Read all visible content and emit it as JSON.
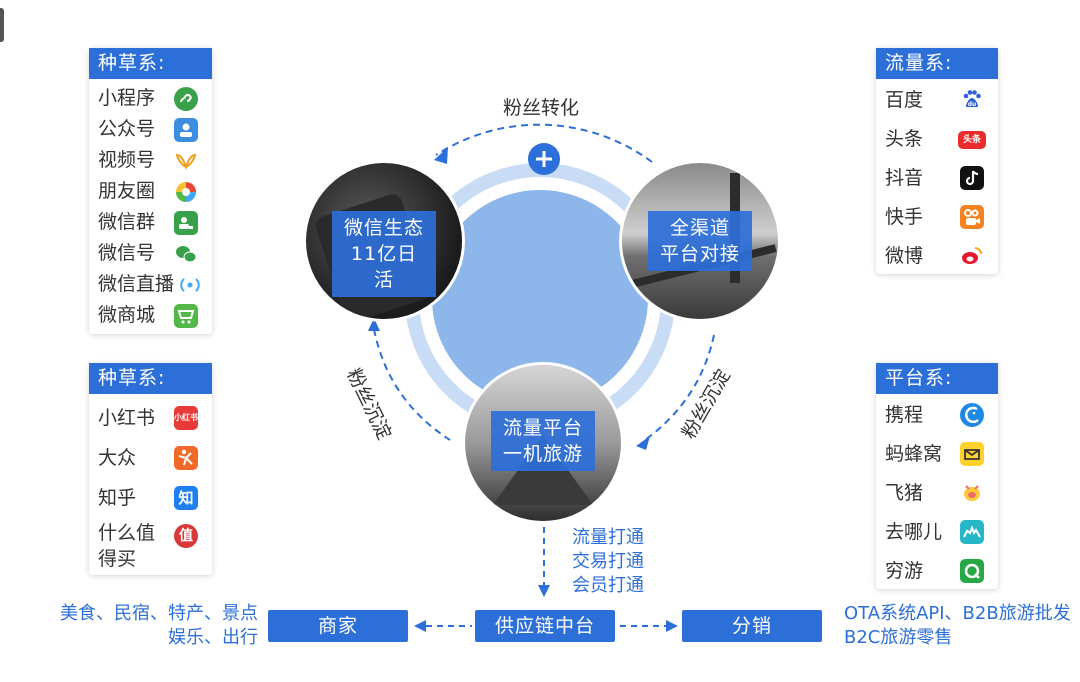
{
  "panels": {
    "zhongcao1": {
      "title": "种草系:",
      "items": [
        "小程序",
        "公众号",
        "视频号",
        "朋友圈",
        "微信群",
        "微信号",
        "微信直播",
        "微商城"
      ]
    },
    "liuliang": {
      "title": "流量系:",
      "items": [
        "百度",
        "头条",
        "抖音",
        "快手",
        "微博"
      ]
    },
    "zhongcao2": {
      "title": "种草系:",
      "items": [
        "小红书",
        "大众",
        "知乎",
        "什么值得买"
      ]
    },
    "pingtai": {
      "title": "平台系:",
      "items": [
        "携程",
        "蚂蜂窝",
        "飞猪",
        "去哪儿",
        "穷游"
      ]
    }
  },
  "icons": {
    "xiaohongshu_text": "小红书",
    "toutiao_text": "头条",
    "zhihu_text": "知",
    "zhide_text": "值",
    "baidu_text": "du"
  },
  "circle": {
    "top_label": "粉丝转化",
    "left_label": "粉丝沉淀",
    "right_label": "粉丝沉淀",
    "wechat": {
      "line1": "微信生态",
      "line2": "11亿日活"
    },
    "channels": {
      "line1": "全渠道",
      "line2": "平台对接"
    },
    "platform": {
      "line1": "流量平台",
      "line2": "一机旅游"
    }
  },
  "flow": {
    "lines": [
      "流量打通",
      "交易打通",
      "会员打通"
    ]
  },
  "bottom": {
    "merchant": "商家",
    "supply": "供应链中台",
    "distribution": "分销",
    "left_text_1": "美食、民宿、特产、景点",
    "left_text_2": "娱乐、出行",
    "right_text_1": "OTA系统API、B2B旅游批发",
    "right_text_2": "B2C旅游零售"
  },
  "colors": {
    "accent": "#2d6fd8",
    "disc": "#8db6ea",
    "ring": "#c9dcf5"
  }
}
